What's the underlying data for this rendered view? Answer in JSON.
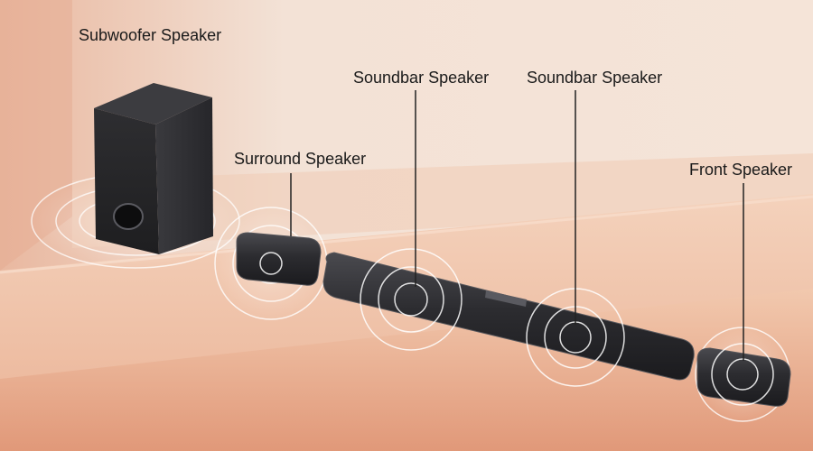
{
  "labels": {
    "subwoofer": "Subwoofer Speaker",
    "surround": "Surround Speaker",
    "soundbar_left": "Soundbar Speaker",
    "soundbar_right": "Soundbar Speaker",
    "front": "Front Speaker"
  },
  "colors": {
    "wall": "#f2e0d2",
    "wall_shadow": "#e8c0a8",
    "floor": "#e2a07e",
    "speaker_body": "#2a2a2c",
    "speaker_edge": "#4a4a4e",
    "wave_ring": "#ffffff",
    "leader_line": "#222222"
  }
}
